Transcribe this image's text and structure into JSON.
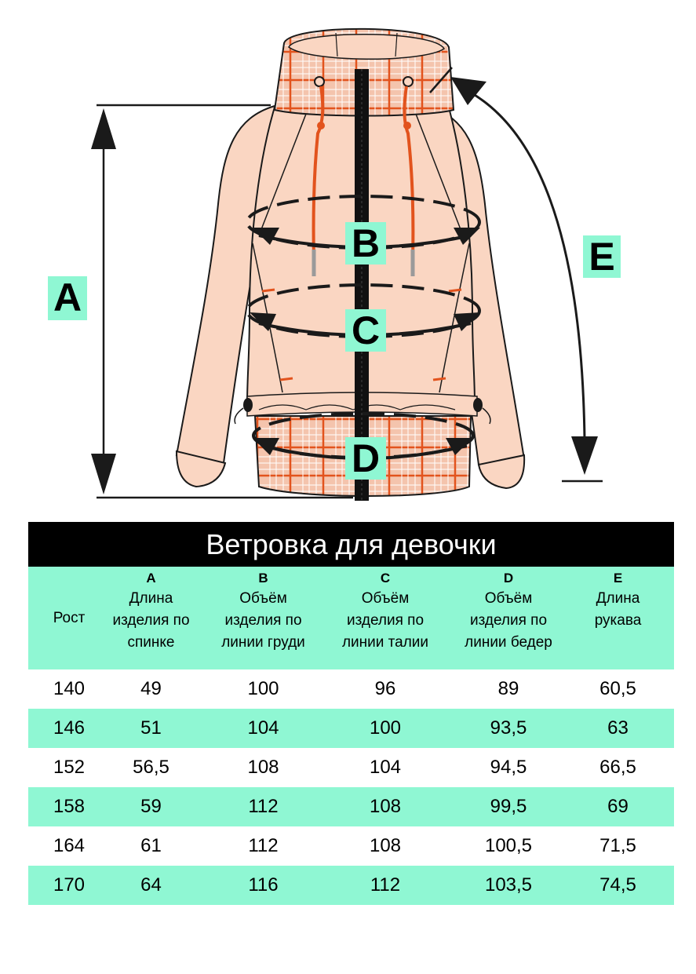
{
  "figure": {
    "labels": {
      "a": "A",
      "b": "B",
      "c": "C",
      "d": "D",
      "e": "E"
    },
    "colors": {
      "body": "#fad6c2",
      "outline": "#1a1a1a",
      "accent": "#e2531d",
      "plaid_bg": "#f4c4ad",
      "zipper": "#111111",
      "label_bg": "#8ff7d3"
    }
  },
  "table": {
    "title": "Ветровка для девочки",
    "columns": [
      {
        "letter": "",
        "lines": [
          "Рост"
        ]
      },
      {
        "letter": "A",
        "lines": [
          "Длина",
          "изделия по",
          "спинке"
        ]
      },
      {
        "letter": "B",
        "lines": [
          "Объём",
          "изделия по",
          "линии груди"
        ]
      },
      {
        "letter": "C",
        "lines": [
          "Объём",
          "изделия по",
          "линии талии"
        ]
      },
      {
        "letter": "D",
        "lines": [
          "Объём",
          "изделия по",
          "линии бедер"
        ]
      },
      {
        "letter": "E",
        "lines": [
          "Длина",
          "рукава"
        ]
      }
    ],
    "rows": [
      [
        "140",
        "49",
        "100",
        "96",
        "89",
        "60,5"
      ],
      [
        "146",
        "51",
        "104",
        "100",
        "93,5",
        "63"
      ],
      [
        "152",
        "56,5",
        "108",
        "104",
        "94,5",
        "66,5"
      ],
      [
        "158",
        "59",
        "112",
        "108",
        "99,5",
        "69"
      ],
      [
        "164",
        "61",
        "112",
        "108",
        "100,5",
        "71,5"
      ],
      [
        "170",
        "64",
        "116",
        "112",
        "103,5",
        "74,5"
      ]
    ]
  }
}
